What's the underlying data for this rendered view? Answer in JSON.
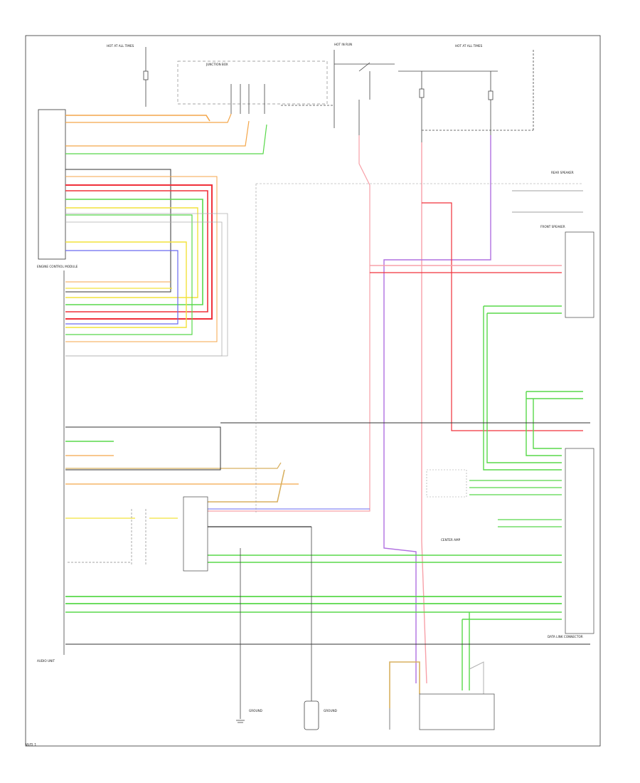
{
  "labels": {
    "top_left_fuse": "HOT AT ALL TIMES",
    "top_mid_switch": "HOT IN RUN",
    "top_right_fuse": "HOT AT ALL TIMES",
    "junction_box": "JUNCTION BOX",
    "ecm": "ENGINE CONTROL MODULE",
    "audio_unit": "AUDIO UNIT",
    "rear_speaker": "REAR SPEAKER",
    "front_speaker": "FRONT SPEAKER",
    "data_link": "DATA LINK CONNECTOR",
    "ground_left": "GROUND",
    "ground_right": "GROUND",
    "center_amp": "CENTER AMP",
    "footer": "W/D 1"
  },
  "colors": {
    "orange": "#f4a64a",
    "red": "#f0303a",
    "green": "#58d84a",
    "light_green": "#9ce870",
    "yellow": "#f2e23c",
    "blue": "#6a6af0",
    "violet": "#b070e0",
    "pink": "#f7a0a8",
    "tan": "#d8b060",
    "gray": "#b0b0b0",
    "black": "#333333"
  }
}
